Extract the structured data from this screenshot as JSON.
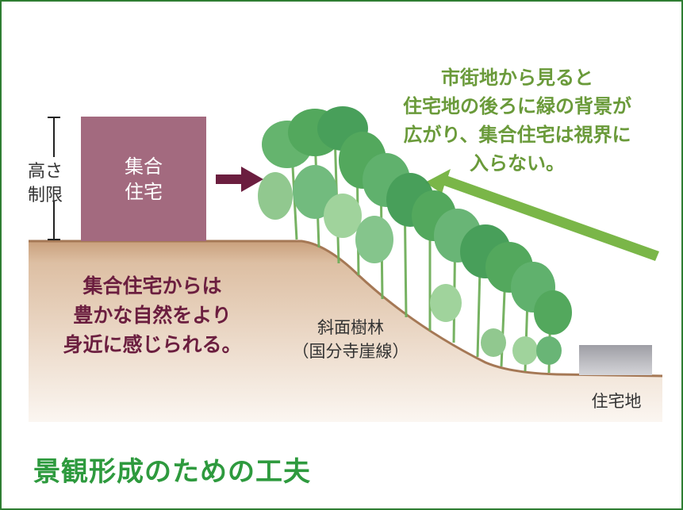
{
  "labels": {
    "height_limit": "高さ\n制限",
    "building": "集合\n住宅",
    "left_message": "集合住宅からは\n豊かな自然をより\n身近に感じられる。",
    "slope_forest": "斜面樹林\n（国分寺崖線）",
    "right_message": "市街地から見ると\n住宅地の後ろに緑の背景が\n広がり、集合住宅は視界に\n入らない。",
    "residential_area": "住宅地",
    "title": "景観形成のための工夫"
  },
  "colors": {
    "frame": "#2e7d32",
    "building": "#a36a7f",
    "arrow_dark": "#6b1e3f",
    "arrow_green": "#7ab648",
    "ground": "#d9b89a",
    "tree": "#4aa455",
    "house": "#bdbdc2",
    "title": "#2e9a3e"
  },
  "icons": [
    "height-bracket-icon",
    "building-shape",
    "arrow-right-icon",
    "trees-icon",
    "arrow-up-left-icon",
    "house-shape"
  ]
}
